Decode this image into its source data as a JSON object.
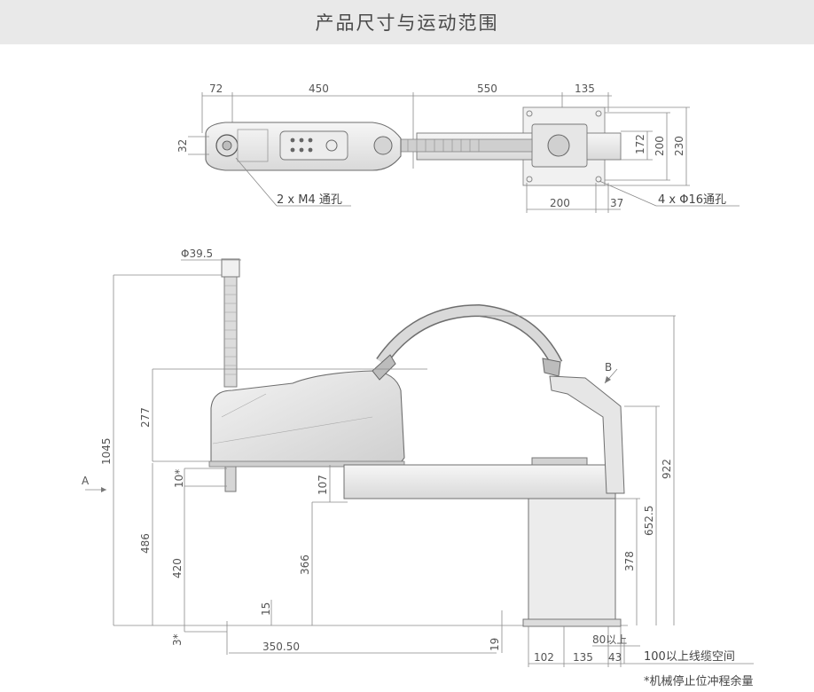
{
  "header": {
    "title": "产品尺寸与运动范围"
  },
  "top_view": {
    "dims": {
      "d72": "72",
      "d450": "450",
      "d550": "550",
      "d135": "135",
      "d32": "32",
      "d172": "172",
      "d200v": "200",
      "d230": "230",
      "d200h": "200",
      "d37": "37"
    },
    "notes": {
      "m4": "2 x M4 通孔",
      "phi16": "4 x Φ16通孔"
    }
  },
  "side_view": {
    "dims": {
      "phi39": "Φ39.5",
      "d1045": "1045",
      "d277": "277",
      "d10": "10*",
      "d486": "486",
      "d420": "420",
      "d3": "3*",
      "d107": "107",
      "d366": "366",
      "d15": "15",
      "d350": "350.50",
      "d922": "922",
      "d652": "652.5",
      "d378": "378",
      "d19": "19",
      "d80": "80以上",
      "d102": "102",
      "d135b": "135",
      "d43": "43"
    },
    "labels": {
      "view_a": "A",
      "view_b": "B"
    },
    "notes": {
      "cable": "100以上线缆空间",
      "stop": "*机械停止位冲程余量"
    }
  },
  "colors": {
    "header_bg": "#e9e9e9",
    "line": "#8a8a8a",
    "body_fill": "#ebebeb"
  }
}
